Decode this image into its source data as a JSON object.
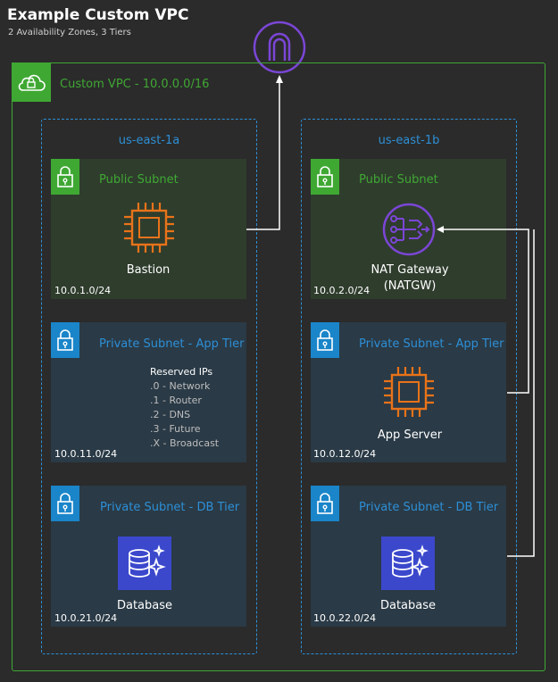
{
  "diagram": {
    "title": "Example Custom VPC",
    "subtitle": "2 Availability Zones, 3 Tiers",
    "vpc": {
      "label": "Custom VPC - 10.0.0.0/16",
      "icon": "vpc-cloud-lock-icon"
    },
    "internet_gateway": {
      "icon": "internet-gateway-icon"
    },
    "zones": [
      {
        "name": "us-east-1a"
      },
      {
        "name": "us-east-1b"
      }
    ],
    "subnets": [
      {
        "title": "Public Subnet",
        "cidr": "10.0.1.0/24",
        "resource": "Bastion",
        "icon": "ec2-instance-icon"
      },
      {
        "title": "Public Subnet",
        "cidr": "10.0.2.0/24",
        "resource_line1": "NAT Gateway",
        "resource_line2": "(NATGW)",
        "icon": "nat-gateway-icon"
      },
      {
        "title": "Private Subnet - App Tier",
        "cidr": "10.0.11.0/24",
        "icon": "none"
      },
      {
        "title": "Private Subnet - App Tier",
        "cidr": "10.0.12.0/24",
        "resource": "App Server",
        "icon": "ec2-instance-icon"
      },
      {
        "title": "Private Subnet - DB Tier",
        "cidr": "10.0.21.0/24",
        "resource": "Database",
        "icon": "rds-database-icon"
      },
      {
        "title": "Private Subnet - DB Tier",
        "cidr": "10.0.22.0/24",
        "resource": "Database",
        "icon": "rds-database-icon"
      }
    ],
    "reserved_ips": {
      "title": "Reserved IPs",
      "items": [
        ".0 - Network",
        ".1 - Router",
        ".2 - DNS",
        ".3 - Future",
        ".X - Broadcast"
      ]
    },
    "colors": {
      "vpc_green": "#3fa833",
      "az_blue": "#2d8fd6",
      "compute_orange": "#e8731a",
      "igw_purple": "#7b46d6",
      "db_blue": "#3b48cc"
    }
  }
}
